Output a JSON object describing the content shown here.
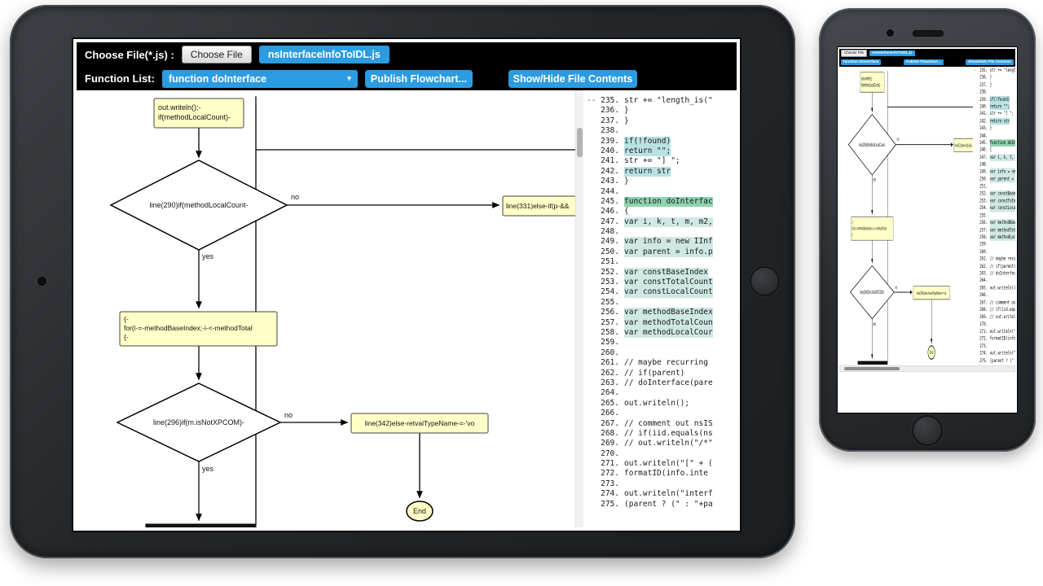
{
  "colors": {
    "accent": "#2b9ce2",
    "node-yellow": "#ffffc8",
    "hl-med": "#b9e2e2",
    "hl-light": "#cfe8e4",
    "hl-strong": "#8ed3ac"
  },
  "app": {
    "toolbar1": {
      "label": "Choose File(*.js) :",
      "choose_file_button": "Choose File",
      "filename": "nsInterfaceInfoToIDL.js"
    },
    "toolbar2": {
      "label": "Function List:",
      "function_select": "function doInterface",
      "select_caret": "▾",
      "publish_button": "Publish Flowchart...",
      "toggle_button": "Show/Hide File Contents"
    },
    "flowchart": {
      "node_start_line1": "out.writeln();-",
      "node_start_line2": "if(methodLocalCount)-",
      "decision1": "line(290)if(methodLocalCount-",
      "branch1_no": "no",
      "branch1_yes": "yes",
      "node_else1": "line(331)else-if(p-&&",
      "node_loop_line1": "{-",
      "node_loop_line2": "for(i-=-methodBaseIndex;-i-<-methodTotal",
      "node_loop_line3": "{-",
      "decision2": "line(296)if(m.isNotXPCOM)-",
      "branch2_no": "no",
      "branch2_yes": "yes",
      "node_else2": "line(342)else-retvalTypeName-=-'vo",
      "end_label": "End"
    },
    "code": {
      "lines": [
        {
          "pre": "--",
          "num": "235.",
          "code": "str += \"length_is(\"",
          "hl": ""
        },
        {
          "pre": "",
          "num": "236.",
          "code": "}",
          "hl": ""
        },
        {
          "pre": "",
          "num": "237.",
          "code": "}",
          "hl": ""
        },
        {
          "pre": "",
          "num": "238.",
          "code": "",
          "hl": ""
        },
        {
          "pre": "",
          "num": "239.",
          "code": "if(!found)",
          "hl": "med"
        },
        {
          "pre": "",
          "num": "240.",
          "code": "return \"\";",
          "hl": "med"
        },
        {
          "pre": "",
          "num": "241.",
          "code": "str += \"] \";",
          "hl": ""
        },
        {
          "pre": "",
          "num": "242.",
          "code": "return str",
          "hl": "med"
        },
        {
          "pre": "",
          "num": "243.",
          "code": "}",
          "hl": ""
        },
        {
          "pre": "",
          "num": "244.",
          "code": "",
          "hl": ""
        },
        {
          "pre": "",
          "num": "245.",
          "code": "function doInterfac",
          "hl": "strong"
        },
        {
          "pre": "",
          "num": "246.",
          "code": "{",
          "hl": ""
        },
        {
          "pre": "",
          "num": "247.",
          "code": "var i, k, t, m, m2,",
          "hl": "light"
        },
        {
          "pre": "",
          "num": "248.",
          "code": "",
          "hl": ""
        },
        {
          "pre": "",
          "num": "249.",
          "code": "var info = new IInf",
          "hl": "light"
        },
        {
          "pre": "",
          "num": "250.",
          "code": "var parent = info.p",
          "hl": "light"
        },
        {
          "pre": "",
          "num": "251.",
          "code": "",
          "hl": ""
        },
        {
          "pre": "",
          "num": "252.",
          "code": "var constBaseIndex",
          "hl": "light"
        },
        {
          "pre": "",
          "num": "253.",
          "code": "var constTotalCount",
          "hl": "light"
        },
        {
          "pre": "",
          "num": "254.",
          "code": "var constLocalCount",
          "hl": "light"
        },
        {
          "pre": "",
          "num": "255.",
          "code": "",
          "hl": ""
        },
        {
          "pre": "",
          "num": "256.",
          "code": "var methodBaseIndex",
          "hl": "light"
        },
        {
          "pre": "",
          "num": "257.",
          "code": "var methodTotalCoun",
          "hl": "light"
        },
        {
          "pre": "",
          "num": "258.",
          "code": "var methodLocalCour",
          "hl": "light"
        },
        {
          "pre": "",
          "num": "259.",
          "code": "",
          "hl": ""
        },
        {
          "pre": "",
          "num": "260.",
          "code": "",
          "hl": ""
        },
        {
          "pre": "",
          "num": "261.",
          "code": "// maybe recurring",
          "hl": ""
        },
        {
          "pre": "",
          "num": "262.",
          "code": "// if(parent)",
          "hl": ""
        },
        {
          "pre": "",
          "num": "263.",
          "code": "// doInterface(pare",
          "hl": ""
        },
        {
          "pre": "",
          "num": "264.",
          "code": "",
          "hl": ""
        },
        {
          "pre": "",
          "num": "265.",
          "code": "out.writeln();",
          "hl": ""
        },
        {
          "pre": "",
          "num": "266.",
          "code": "",
          "hl": ""
        },
        {
          "pre": "",
          "num": "267.",
          "code": "// comment out nsIS",
          "hl": ""
        },
        {
          "pre": "",
          "num": "268.",
          "code": "// if(iid.equals(ns",
          "hl": ""
        },
        {
          "pre": "",
          "num": "269.",
          "code": "// out.writeln(\"/*\"",
          "hl": ""
        },
        {
          "pre": "",
          "num": "270.",
          "code": "",
          "hl": ""
        },
        {
          "pre": "",
          "num": "271.",
          "code": "out.writeln(\"[\" + (",
          "hl": ""
        },
        {
          "pre": "",
          "num": "272.",
          "code": "formatID(info.inte",
          "hl": ""
        },
        {
          "pre": "",
          "num": "273.",
          "code": "",
          "hl": ""
        },
        {
          "pre": "",
          "num": "274.",
          "code": "out.writeln(\"interf",
          "hl": ""
        },
        {
          "pre": "",
          "num": "275.",
          "code": "(parent ? (\" : \"+pa",
          "hl": ""
        }
      ]
    }
  }
}
